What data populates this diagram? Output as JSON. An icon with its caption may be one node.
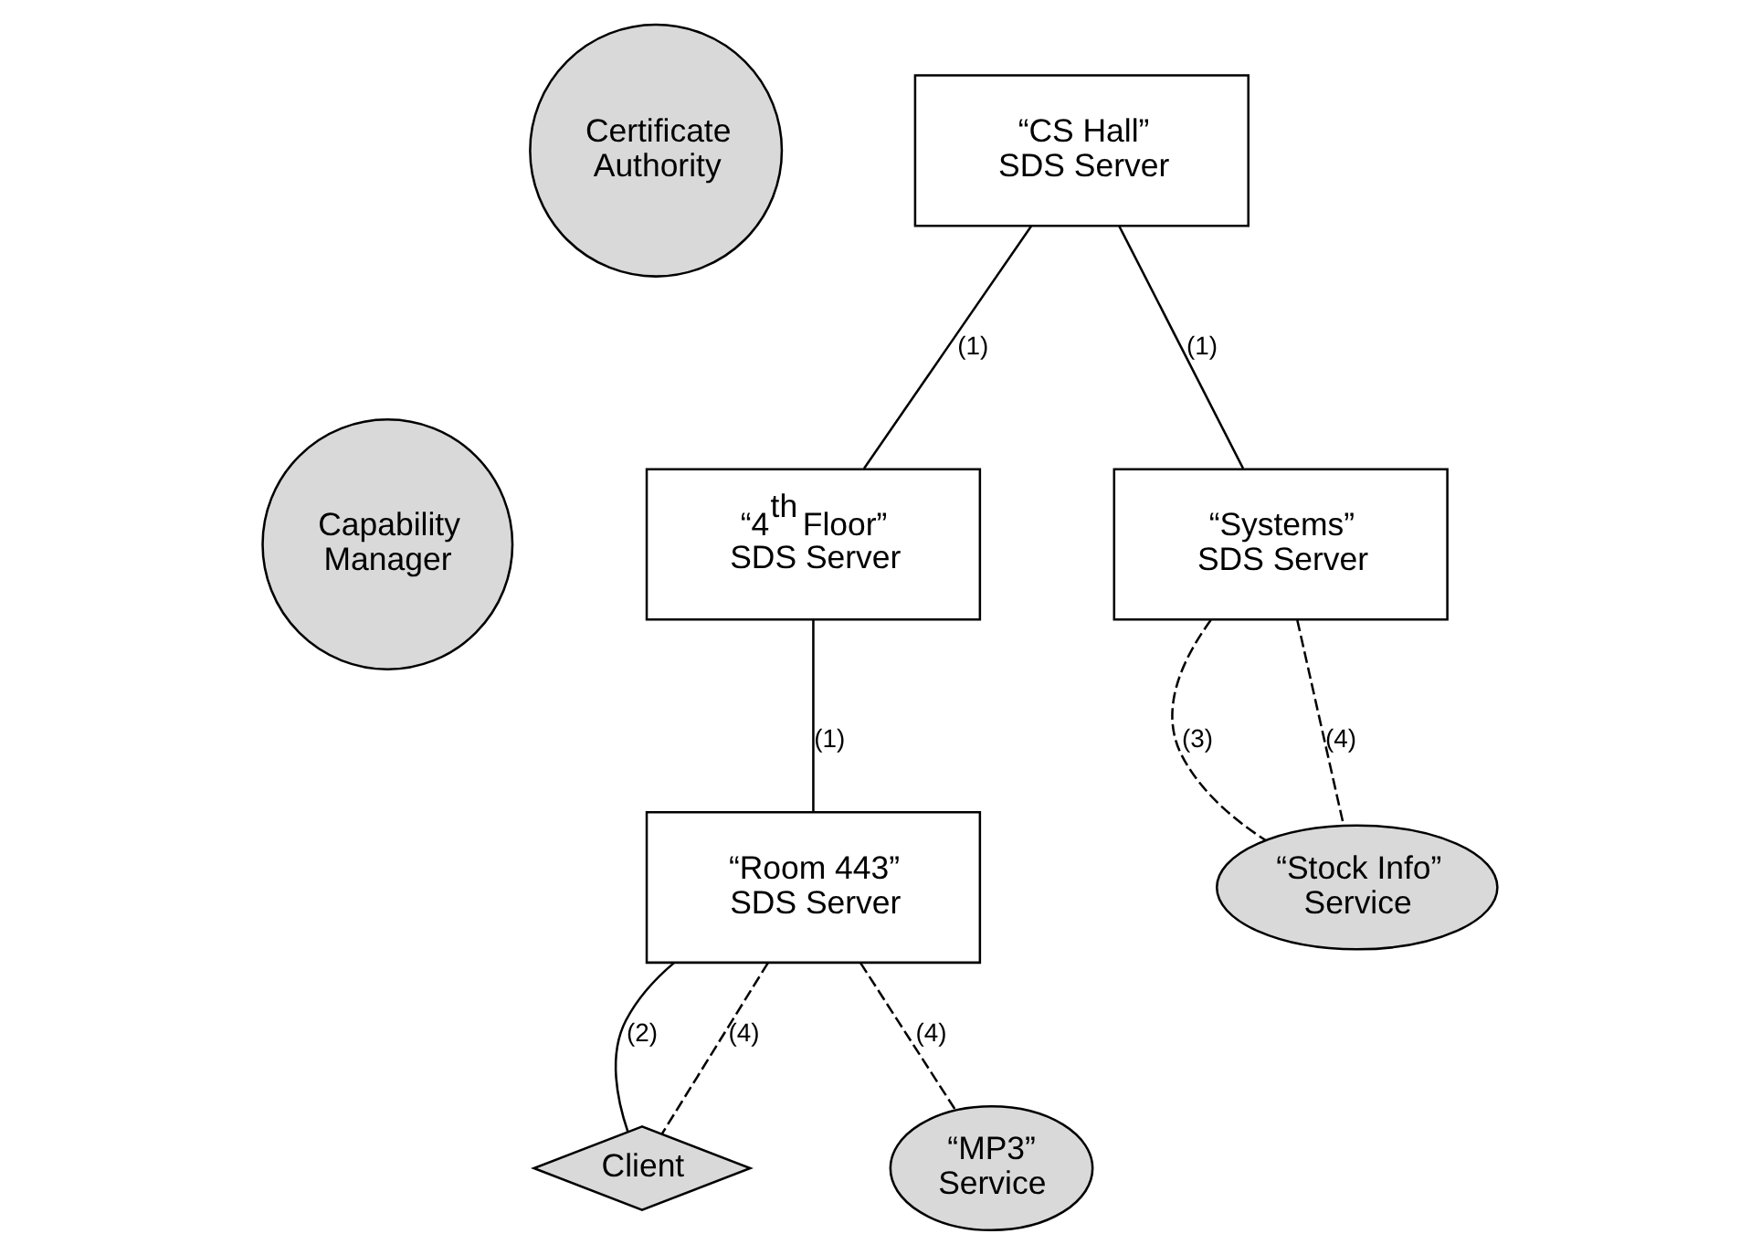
{
  "diagram": {
    "nodes": [
      {
        "text": [
          "Certificate Authority"
        ]
      },
      {
        "text": [
          "Capability Manager"
        ]
      },
      {
        "text": [
          "“CS Hall” SDS Server"
        ]
      },
      {
        "text": [
          "“4$^{th}$ Floor” SDS Server"
        ]
      },
      {
        "text": [
          "“Systems” SDS Server"
        ]
      },
      {
        "text": [
          "“Room 443” SDS Server"
        ]
      },
      {
        "text": [
          "“Stock Info” Service"
        ]
      },
      {
        "text": [
          "Client"
        ]
      },
      {
        "text": [
          "“MP3” Service"
        ]
      }
    ],
    "edges": [
      {
        "from": 2,
        "to": 3,
        "arrow": "none",
        "label": "(1)"
      },
      {
        "from": 2,
        "to": 4,
        "arrow": "none",
        "label": "(1)"
      },
      {
        "from": 3,
        "to": 5,
        "arrow": "none",
        "label": "(1)"
      },
      {
        "from": 4,
        "to": 6,
        "arrow": "none",
        "label": "(3)",
        "style": "dashed"
      },
      {
        "from": 4,
        "to": 6,
        "arrow": "none",
        "label": "(4)",
        "style": "dashed"
      },
      {
        "from": 5,
        "to": 7,
        "arrow": "none",
        "label": "(2)"
      },
      {
        "from": 5,
        "to": 7,
        "arrow": "none",
        "label": "(4)",
        "style": "dashed"
      },
      {
        "from": 5,
        "to": 8,
        "arrow": "none",
        "label": "(4)",
        "style": "dashed"
      }
    ]
  }
}
